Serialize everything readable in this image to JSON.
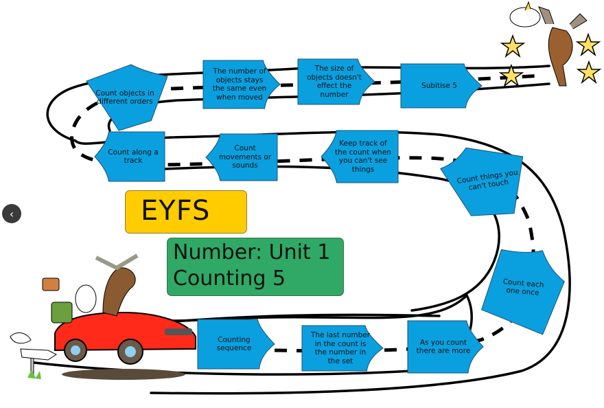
{
  "title": {
    "stage": "EYFS",
    "unit_line1": "Number: Unit 1",
    "unit_line2": "Counting 5",
    "stage_color": "#ffcc00",
    "unit_color": "#2fa965"
  },
  "navigation": {
    "prev_icon": "chevron-left-icon",
    "prev_glyph": "‹"
  },
  "steps_color": "#0aa0e0",
  "steps": [
    {
      "label": "Counting sequence"
    },
    {
      "label": "The last number in the count is the number in the set"
    },
    {
      "label": "As you  count there are more"
    },
    {
      "label": "Count each one once"
    },
    {
      "label": "Count things you can't touch"
    },
    {
      "label": "Keep track of the count when you can't see things"
    },
    {
      "label": "Count movements or sounds"
    },
    {
      "label": "Count along a track"
    },
    {
      "label": "Count objects in different orders"
    },
    {
      "label": "The number of objects stays the same even when moved"
    },
    {
      "label": "The size of objects doesn't effect the number"
    },
    {
      "label": "Subitise 5"
    }
  ],
  "illustrations": {
    "start": "moose-and-cockatoo-in-red-car",
    "finish": "dancing-moose-and-cockatoo-with-stars"
  }
}
